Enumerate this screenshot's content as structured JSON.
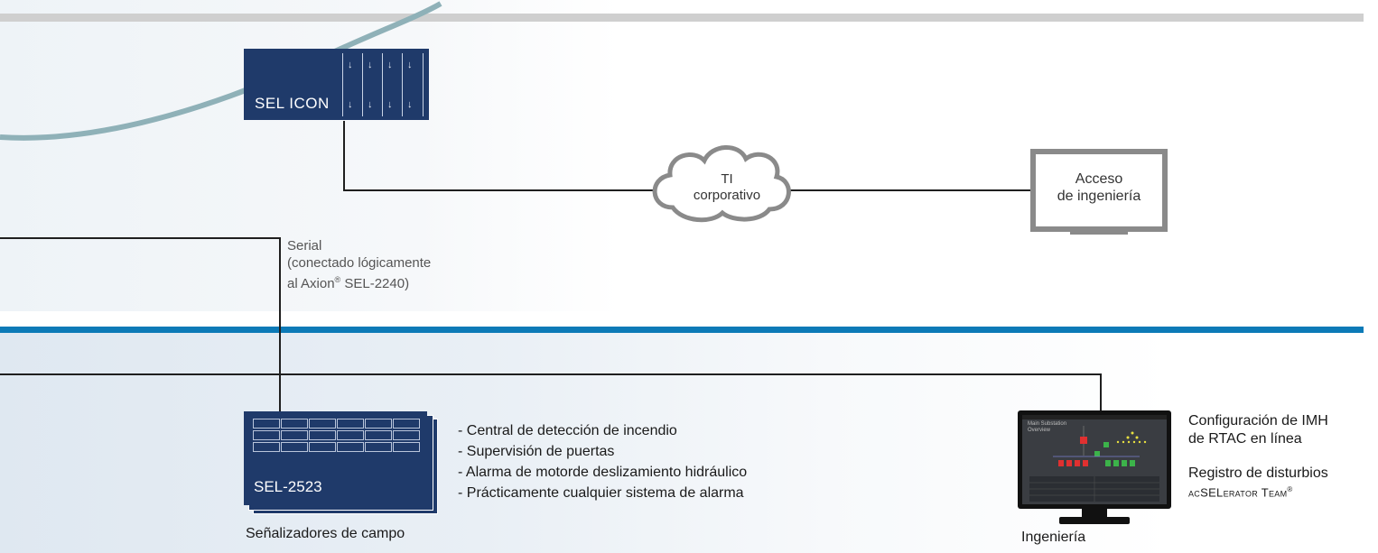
{
  "diagram": {
    "sel_icon": {
      "label": "SEL ICON"
    },
    "cloud": {
      "line1": "TI",
      "line2": "corporativo"
    },
    "engineering_access": {
      "line1": "Acceso",
      "line2": "de ingeniería"
    },
    "serial_note": {
      "line1": "Serial",
      "line2": "(conectado lógicamente",
      "line3_prefix": "al Axion",
      "line3_reg": "®",
      "line3_suffix": " SEL-2240)"
    },
    "sel2523": {
      "label": "SEL-2523",
      "caption": "Señalizadores de campo"
    },
    "alarm_list": [
      "- Central de detección de incendio",
      "- Supervisión de puertas",
      "- Alarma de motorde deslizamiento hidráulico",
      "- Prácticamente cualquier sistema de alarma"
    ],
    "hmi": {
      "caption": "Ingeniería",
      "screen_title": "Main Substation",
      "screen_subtitle": "Overview"
    },
    "right_notes": {
      "line1": "Configuración de IMH",
      "line2": "de RTAC en línea",
      "line3": "Registro de disturbios",
      "line4": "acSELerator Team",
      "line4_reg": "®"
    }
  },
  "colors": {
    "device_blue": "#1f3a6a",
    "bus_blue": "#0c7ab7",
    "top_bar_gray": "#cfcfcf",
    "curve_teal": "#8fb1b8"
  }
}
